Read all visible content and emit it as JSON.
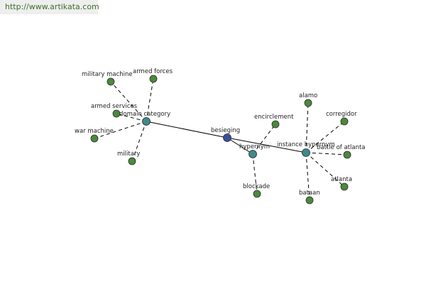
{
  "banner": {
    "url": "http://www.artikata.com"
  },
  "colors": {
    "leaf": "#4a8a3c",
    "hub": "#3f8a8a",
    "center": "#3b4f9a",
    "background": "#ffffff",
    "url_text": "#3d6f2b"
  },
  "graph": {
    "nodes": [
      {
        "id": "besieging",
        "label": "besieging",
        "kind": "center"
      },
      {
        "id": "domain-category",
        "label": "domain category",
        "kind": "hub"
      },
      {
        "id": "hypernym",
        "label": "hypernym",
        "kind": "hub"
      },
      {
        "id": "instance-hypernym",
        "label": "instance hypernym",
        "kind": "hub"
      },
      {
        "id": "military-machine",
        "label": "military machine",
        "kind": "leaf"
      },
      {
        "id": "armed-forces",
        "label": "armed forces",
        "kind": "leaf"
      },
      {
        "id": "armed-services",
        "label": "armed services",
        "kind": "leaf"
      },
      {
        "id": "war-machine",
        "label": "war machine",
        "kind": "leaf"
      },
      {
        "id": "military",
        "label": "military",
        "kind": "leaf"
      },
      {
        "id": "encirclement",
        "label": "encirclement",
        "kind": "leaf"
      },
      {
        "id": "blockade",
        "label": "blockade",
        "kind": "leaf"
      },
      {
        "id": "alamo",
        "label": "alamo",
        "kind": "leaf"
      },
      {
        "id": "corregidor",
        "label": "corregidor",
        "kind": "leaf"
      },
      {
        "id": "battle-of-atlanta",
        "label": "battle of atlanta",
        "kind": "leaf"
      },
      {
        "id": "atlanta",
        "label": "atlanta",
        "kind": "leaf"
      },
      {
        "id": "bataan",
        "label": "bataan",
        "kind": "leaf"
      }
    ],
    "edges": [
      {
        "from": "domain-category",
        "to": "besieging",
        "style": "solid"
      },
      {
        "from": "besieging",
        "to": "instance-hypernym",
        "style": "solid"
      },
      {
        "from": "besieging",
        "to": "hypernym",
        "style": "solid"
      },
      {
        "from": "domain-category",
        "to": "military-machine",
        "style": "dashed"
      },
      {
        "from": "domain-category",
        "to": "armed-forces",
        "style": "dashed"
      },
      {
        "from": "domain-category",
        "to": "armed-services",
        "style": "dashed"
      },
      {
        "from": "domain-category",
        "to": "war-machine",
        "style": "dashed"
      },
      {
        "from": "domain-category",
        "to": "military",
        "style": "dashed"
      },
      {
        "from": "hypernym",
        "to": "encirclement",
        "style": "dashed"
      },
      {
        "from": "hypernym",
        "to": "blockade",
        "style": "dashed"
      },
      {
        "from": "instance-hypernym",
        "to": "alamo",
        "style": "dashed"
      },
      {
        "from": "instance-hypernym",
        "to": "corregidor",
        "style": "dashed"
      },
      {
        "from": "instance-hypernym",
        "to": "battle-of-atlanta",
        "style": "dashed"
      },
      {
        "from": "instance-hypernym",
        "to": "atlanta",
        "style": "dashed"
      },
      {
        "from": "instance-hypernym",
        "to": "bataan",
        "style": "dashed"
      }
    ]
  }
}
